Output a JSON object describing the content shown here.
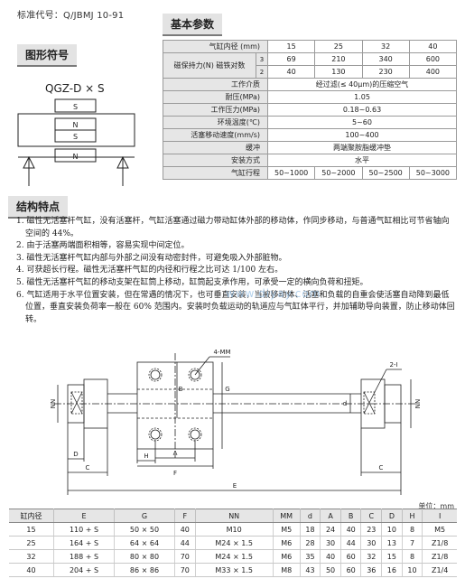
{
  "header": {
    "standard_code": "标准代号：Q/JBMJ 10-91",
    "section_symbol": "图形符号",
    "section_params": "基本参数",
    "section_features": "结构特点"
  },
  "symbol": {
    "model": "QGZ-D × S",
    "top_label": "S",
    "mid_top_label": "N",
    "mid_bottom_label": "S",
    "bottom_label": "N"
  },
  "params": {
    "bore_label": "气缸内径 (mm)",
    "bores": [
      "15",
      "25",
      "32",
      "40"
    ],
    "holding_force_label": "磁保持力(N)",
    "magnet_pairs_label": "磁铁对数",
    "pair_3": "3",
    "pair_2": "2",
    "force_3": [
      "69",
      "210",
      "340",
      "600"
    ],
    "force_2": [
      "40",
      "130",
      "230",
      "400"
    ],
    "rows": [
      {
        "label": "工作介质",
        "value": "经过滤(≤ 40μm)的压缩空气"
      },
      {
        "label": "耐压(MPa)",
        "value": "1.05"
      },
      {
        "label": "工作压力(MPa)",
        "value": "0.18~0.63"
      },
      {
        "label": "环境温度(℃)",
        "value": "5~60"
      },
      {
        "label": "活塞移动速度(mm/s)",
        "value": "100~400"
      },
      {
        "label": "缓冲",
        "value": "两端聚胺脂缓冲垫"
      },
      {
        "label": "安装方式",
        "value": "水平"
      }
    ],
    "stroke_label": "气缸行程",
    "strokes": [
      "50~1000",
      "50~2000",
      "50~2500",
      "50~3000"
    ]
  },
  "features": [
    "1. 磁性无活塞杆气缸，没有活塞杆，气缸活塞通过磁力带动缸体外部的移动体，作同步移动，与普通气缸相比可节省轴向空间的 44%。",
    "2. 由于活塞两端面积相等，容易实现中间定位。",
    "3. 磁性无活塞杆气缸内部与外部之间没有动密封件，可避免吸入外部脏物。",
    "4. 可获超长行程。磁性无活塞杆气缸的内径和行程之比可达 1/100 左右。",
    "5. 磁性无活塞杆气缸的移动支架在缸筒上移动，缸筒起支承作用，可承受一定的横向负荷和扭矩。",
    "6. 气缸适用于水平位置安装，但在常遇的情况下，也可垂直安装，当被移动体、活塞和负载的自重会使活塞自动降到最低位置，垂直安装负荷率一般在 60% 范围内。安装时负载运动的轨道应与气缸体平行，并加辅助导向装置，防止移动体回转。"
  ],
  "watermark": "www.diyay.com",
  "drawing": {
    "label_4mm": "4-MM",
    "label_2i": "2-I",
    "label_nn": "NN",
    "label_b": "B",
    "label_g": "G",
    "label_d": "d",
    "label_h": "H",
    "label_a": "A",
    "label_f": "F",
    "label_c": "C",
    "label_dd": "D",
    "label_e": "E"
  },
  "dims_table": {
    "unit": "单位：mm",
    "headers": [
      "缸内径",
      "E",
      "G",
      "F",
      "NN",
      "MM",
      "d",
      "A",
      "B",
      "C",
      "D",
      "H",
      "I"
    ],
    "rows": [
      [
        "15",
        "110 + S",
        "50 × 50",
        "40",
        "M10",
        "M5",
        "18",
        "24",
        "40",
        "23",
        "10",
        "8",
        "M5"
      ],
      [
        "25",
        "164 + S",
        "64 × 64",
        "44",
        "M24 × 1.5",
        "M6",
        "28",
        "30",
        "44",
        "30",
        "13",
        "7",
        "Z1/8"
      ],
      [
        "32",
        "188 + S",
        "80 × 80",
        "70",
        "M24 × 1.5",
        "M6",
        "35",
        "40",
        "60",
        "32",
        "15",
        "8",
        "Z1/8"
      ],
      [
        "40",
        "204 + S",
        "86 × 86",
        "70",
        "M33 × 1.5",
        "M8",
        "43",
        "50",
        "60",
        "36",
        "16",
        "10",
        "Z1/4"
      ]
    ]
  }
}
